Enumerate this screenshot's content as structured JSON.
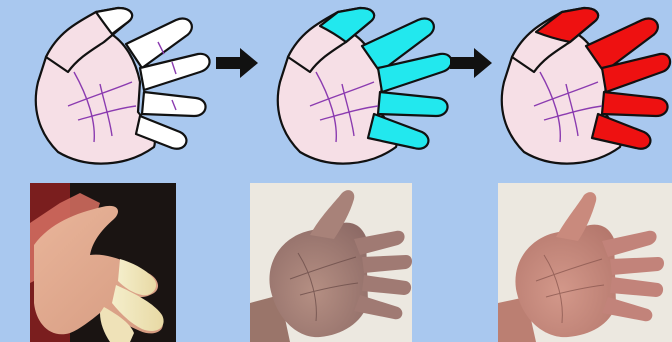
{
  "figure": {
    "background_color": "#a9c8ef",
    "stages": [
      {
        "name": "white",
        "finger_color": "#ffffff"
      },
      {
        "name": "blue",
        "finger_color": "#22e8ee"
      },
      {
        "name": "red",
        "finger_color": "#ee1111"
      }
    ],
    "palm_color": "#f6dfe6",
    "outline_color": "#111111",
    "palm_lines_color": "#8b3bb0",
    "arrow_color": "#111111",
    "photos": [
      {
        "name": "hand-white-fingers-photo"
      },
      {
        "name": "hand-pale-photo"
      },
      {
        "name": "hand-flushed-photo"
      }
    ]
  }
}
